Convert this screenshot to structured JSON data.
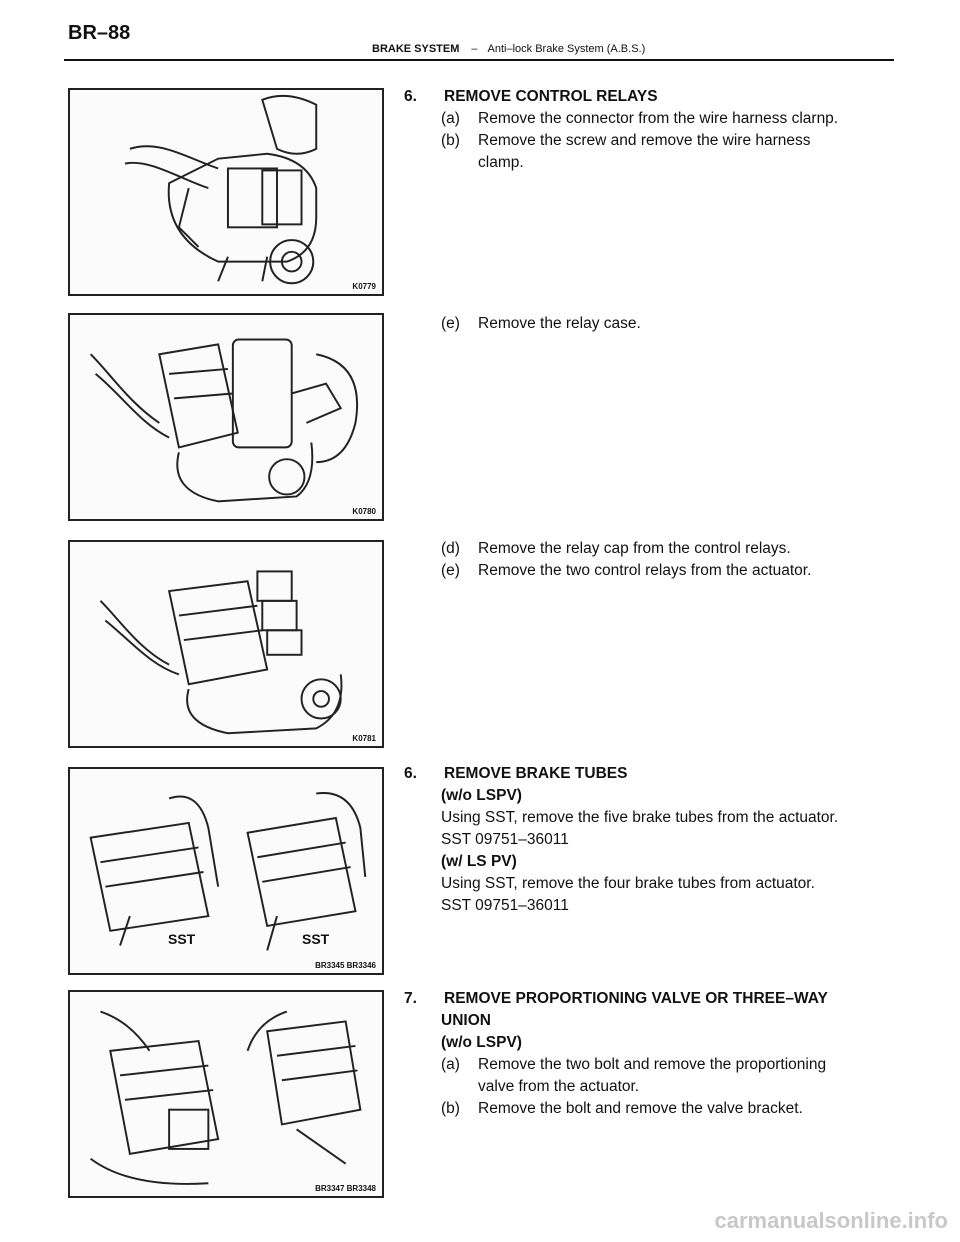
{
  "page": {
    "number": "BR–88",
    "system": "BRAKE SYSTEM",
    "separator": "–",
    "subsystem": "Anti–lock Brake System (A.B.S.)"
  },
  "figures": [
    {
      "code": "K0779"
    },
    {
      "code": "K0780"
    },
    {
      "code": "K0781"
    },
    {
      "code": "BR3345  BR3346",
      "labels": [
        "SST",
        "SST"
      ]
    },
    {
      "code": "BR3347  BR3348"
    }
  ],
  "sections": {
    "relays": {
      "num": "6.",
      "title": "REMOVE CONTROL RELAYS",
      "a_label": "(a)",
      "a_text": "Remove the connector from the wire harness clarnp.",
      "b_label": "(b)",
      "b_text1": "Remove  the  screw  and  remove  the  wire  harness",
      "b_text2": "clamp."
    },
    "relay_case": {
      "label": "(e)",
      "text": "Remove the relay case."
    },
    "relay_cap": {
      "d_label": "(d)",
      "d_text": "Remove the relay cap from the control relays.",
      "e_label": "(e)",
      "e_text": "Remove the two control relays from the actuator."
    },
    "tubes": {
      "num": "6.",
      "title": "REMOVE BRAKE TUBES",
      "wo_label": "(w/o LSPV)",
      "wo_text": "Using SST, remove the five brake tubes from the actuator.",
      "wo_sst": "SST  09751–36011",
      "w_label": "(w/ LS PV)",
      "w_text": "Using SST, remove the four brake tubes from actuator.",
      "w_sst": "SST  09751–36011"
    },
    "valve": {
      "num": "7.",
      "title1": "REMOVE PROPORTIONING VALVE OR THREE–WAY",
      "title2": "UNION",
      "wo_label": "(w/o LSPV)",
      "a_label": "(a)",
      "a_text1": "Remove the two bolt and remove the proportioning",
      "a_text2": "valve from the actuator.",
      "b_label": "(b)",
      "b_text": "Remove the bolt and remove the valve bracket."
    }
  },
  "watermark": "carmanualsonline.info"
}
